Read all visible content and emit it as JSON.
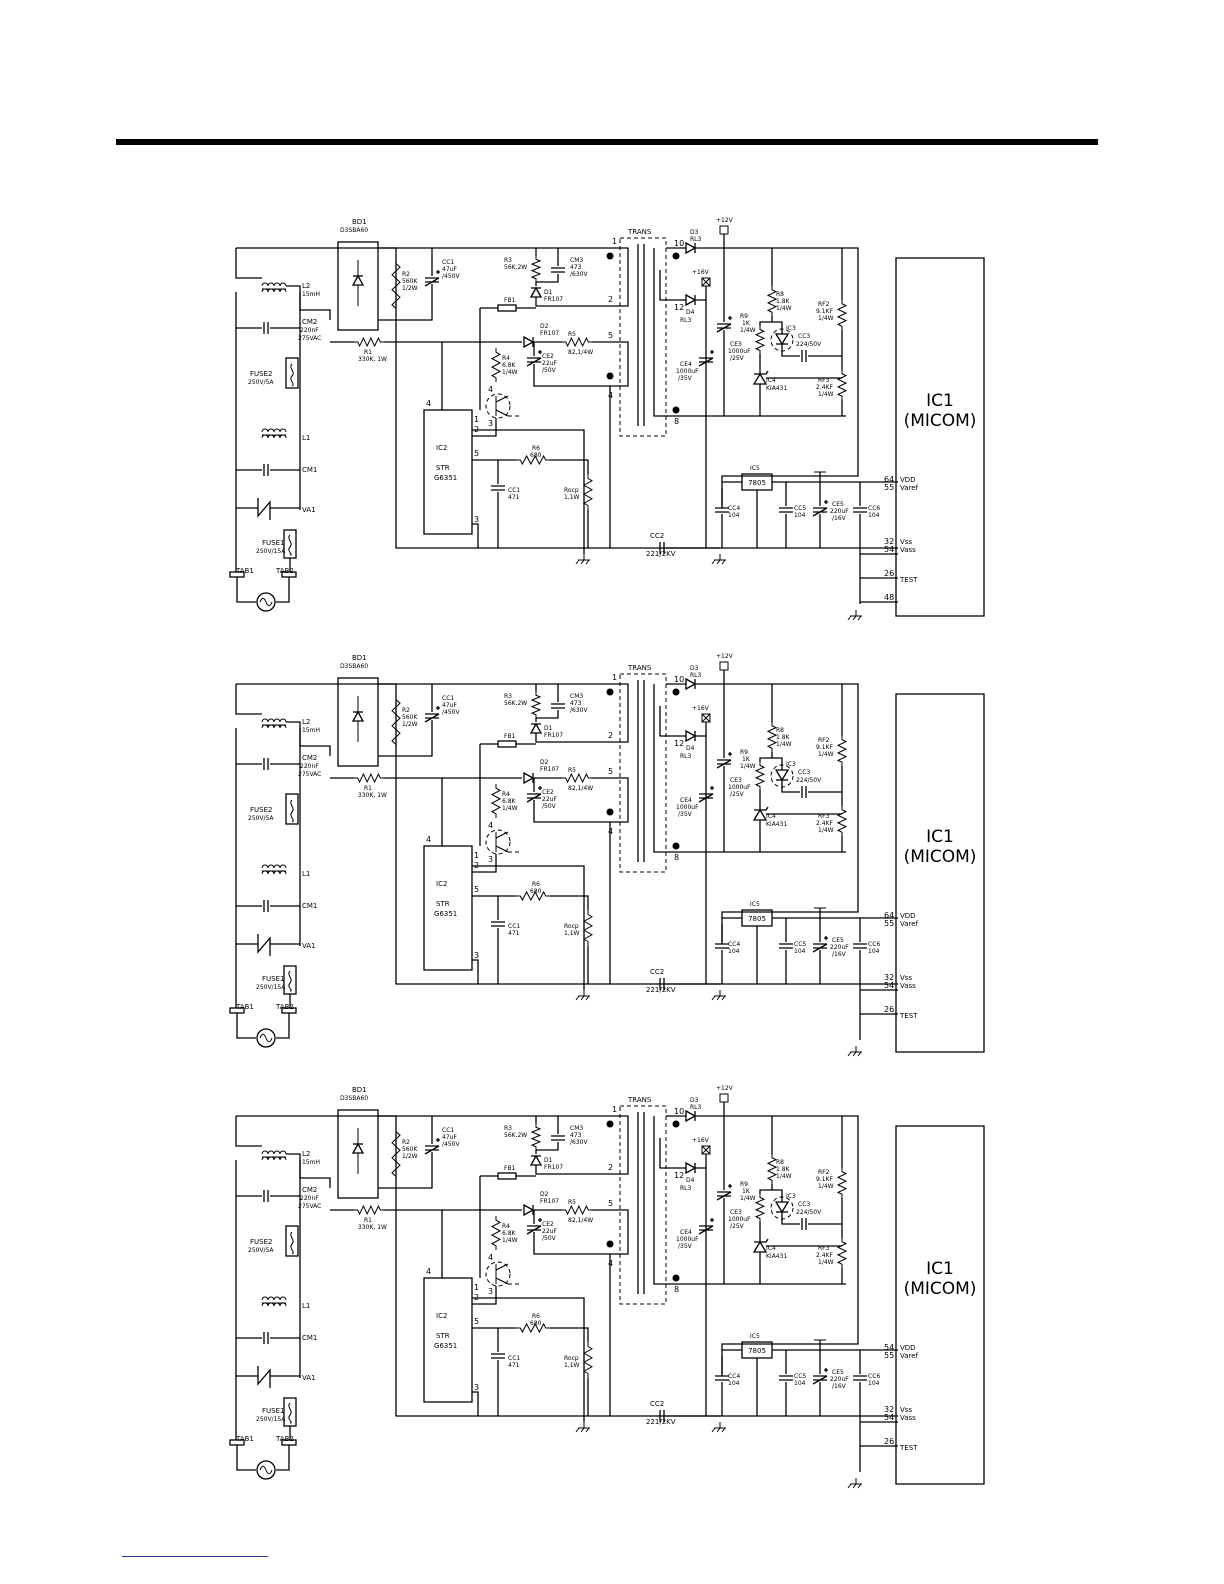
{
  "colors": {
    "ink": "#000000",
    "background": "#ffffff",
    "link_underline": "#2b3a9a"
  },
  "labels": {
    "bd1": "BD1",
    "bd1_part": "D3SBA60",
    "l2": "L2",
    "l2_val": "15mH",
    "cm2": "CM2",
    "cm2_val": "220nF",
    "cm2_volt": "275VAC",
    "fuse2": "FUSE2",
    "fuse2_val": "250V/5A",
    "l1": "L1",
    "cm1": "CM1",
    "va1": "VA1",
    "fuse1": "FUSE1",
    "fuse1_val": "250V/15A",
    "tab1": "TAB1",
    "tab2": "TAB2",
    "r1": "R1",
    "r1_val": "330K, 1W",
    "r2": "R2",
    "r2_val": "560K",
    "r2_pw": "1/2W",
    "cc1_top": "CC1",
    "cc1_top_val": "47uF",
    "cc1_top_volt": "/450V",
    "r3": "R3",
    "r3_val": "56K,2W",
    "cm3": "CM3",
    "cm3_val": "473",
    "cm3_volt": "/630V",
    "d1": "D1",
    "d1_part": "FR107",
    "fb1": "FB1",
    "d2": "D2",
    "d2_part": "FR107",
    "r5": "R5",
    "r5_val": "82,1/4W",
    "r4": "R4",
    "r4_val": "6.8K",
    "r4_pw": "1/4W",
    "ce2": "CE2",
    "ce2_val": "22uF",
    "ce2_volt": "/50V",
    "trans": "TRANS",
    "ic2": "IC2",
    "ic2_part1": "STR",
    "ic2_part2": "G6351",
    "r6": "R6",
    "r6_val": "680",
    "cc1": "CC1",
    "cc1_val": "471",
    "rocp": "Rocp",
    "rocp_val": "1,1W",
    "cc2": "CC2",
    "cc2_val": "221/2KV",
    "plus12v": "+12V",
    "plus16v": "+16V",
    "d3": "D3",
    "d3_part": "RL3",
    "d4": "D4",
    "d4_part": "RL3",
    "ce4": "CE4",
    "ce4_val": "1000uF",
    "ce4_volt": "/35V",
    "ce3": "CE3",
    "ce3_val": "1000uF",
    "ce3_volt": "/25V",
    "r8": "R8",
    "r8_val": "1.8K",
    "r8_pw": "1/4W",
    "r9": "R9",
    "r9_val": "1K",
    "r9_pw": "1/4W",
    "ic3": "IC3",
    "cc3": "CC3",
    "cc3_val": "224/50V",
    "ic4": "IC4",
    "ic4_part": "KIA431",
    "rf2": "RF2",
    "rf2_val": "9.1KF",
    "rf2_pw": "1/4W",
    "rf3": "RF3",
    "rf3_val": "2.4KF",
    "rf3_pw": "1/4W",
    "ic5": "IC5",
    "ic5_part": "7805",
    "cc4": "CC4",
    "cc4_val": "104",
    "cc5": "CC5",
    "cc5_val": "104",
    "ce5": "CE5",
    "ce5_val": "220uF",
    "ce5_volt": "/16V",
    "cc6": "CC6",
    "cc6_val": "104",
    "ic1": "IC1",
    "micom": "(MICOM)",
    "vdd": "VDD",
    "varef": "Varef",
    "vss": "Vss",
    "vass": "Vass",
    "test": "TEST",
    "pin_64": "64",
    "pin_55": "55",
    "pin_54": "54",
    "pin_32": "32",
    "pin_26": "26",
    "pin_48": "48",
    "tpin_1": "1",
    "tpin_2": "2",
    "tpin_3": "3",
    "tpin_4": "4",
    "tpin_5": "5",
    "tpin_8": "8",
    "tpin_10": "10",
    "tpin_12": "12"
  },
  "diagrams": [
    {
      "id": "schematic-1",
      "vdd_pin": "64",
      "has_pin48": true
    },
    {
      "id": "schematic-2",
      "vdd_pin": "64",
      "has_pin48": false
    },
    {
      "id": "schematic-3",
      "vdd_pin": "54",
      "has_pin48": false
    }
  ]
}
